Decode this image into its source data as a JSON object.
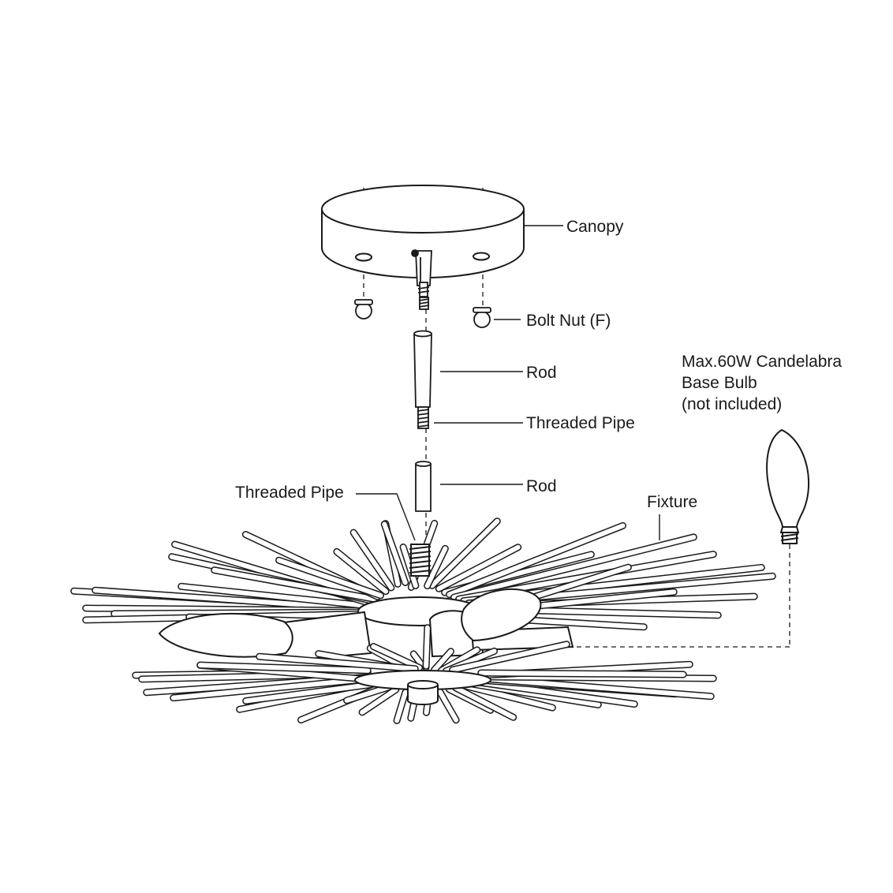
{
  "labels": {
    "canopy": "Canopy",
    "bolt_nut": "Bolt Nut (F)",
    "rod_upper": "Rod",
    "threaded_pipe_right": "Threaded Pipe",
    "rod_lower": "Rod",
    "threaded_pipe_left": "Threaded Pipe",
    "fixture": "Fixture"
  },
  "bulb_note": {
    "line1": "Max.60W Candelabra",
    "line2": "Base Bulb",
    "line3": "(not included)"
  },
  "colors": {
    "line": "#1a1a1a",
    "fill": "#ffffff"
  }
}
